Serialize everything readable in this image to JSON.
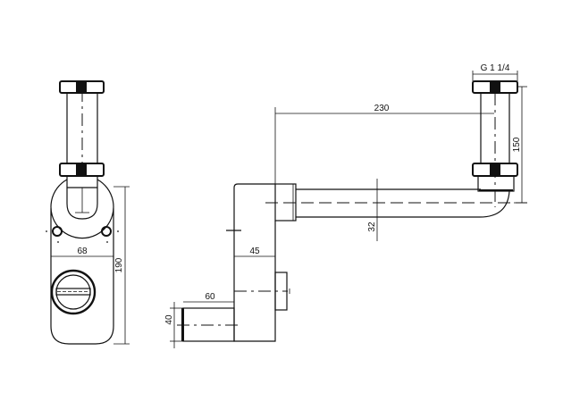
{
  "drawing": {
    "front_view": {
      "width_label": "68",
      "height_label": "190"
    },
    "side_view": {
      "thread_label": "G 1 1/4",
      "length_label": "230",
      "height_label": "150",
      "pipe_diameter_label": "32",
      "body_depth_label": "45",
      "outlet_length_label": "60",
      "outlet_diameter_label": "40"
    }
  }
}
